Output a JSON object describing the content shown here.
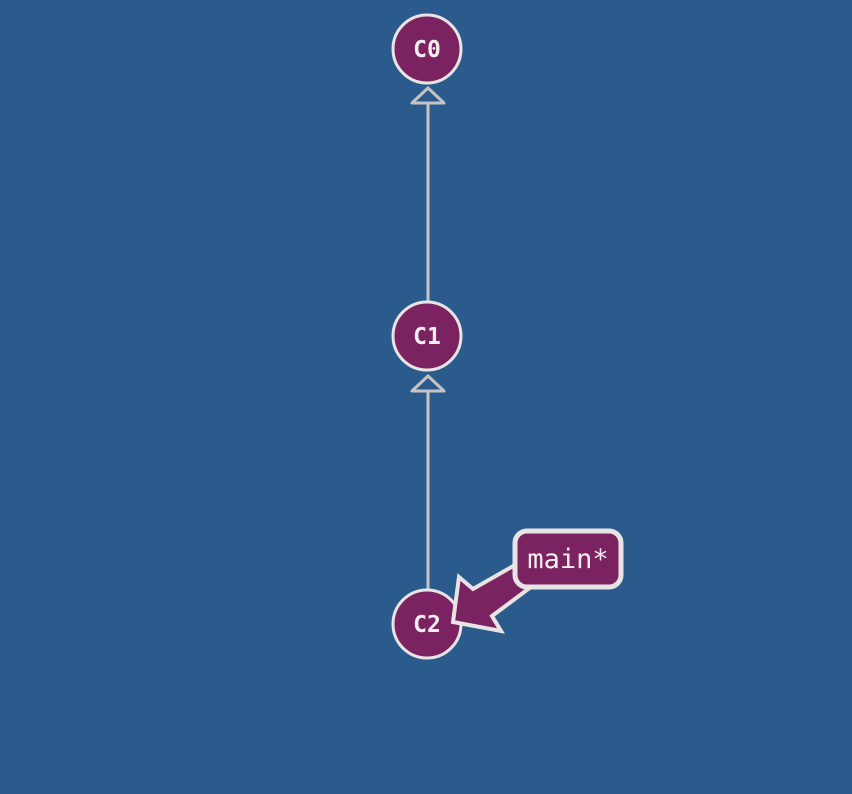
{
  "colors": {
    "background": "#2a5b8c",
    "node_fill": "#7b2260",
    "node_stroke": "#e9e4e4",
    "edge": "#c9c3c3",
    "label_text": "#f2eeee"
  },
  "commits": [
    {
      "id": "C0",
      "label": "C0"
    },
    {
      "id": "C1",
      "label": "C1"
    },
    {
      "id": "C2",
      "label": "C2"
    }
  ],
  "edges": [
    {
      "from": "C1",
      "to": "C0"
    },
    {
      "from": "C2",
      "to": "C1"
    }
  ],
  "branch": {
    "label": "main*",
    "target": "C2"
  }
}
